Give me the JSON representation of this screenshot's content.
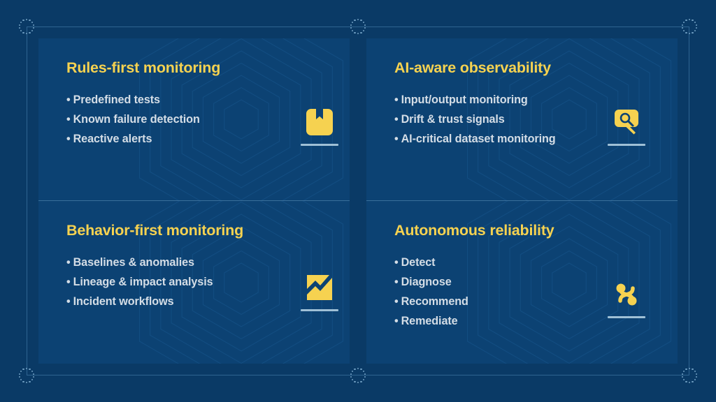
{
  "slide": {
    "background_color": "#0a3a66",
    "card_color": "#0c4273",
    "accent_color": "#f6d250",
    "body_text_color": "#d4dde6",
    "divider_color": "#3a6f9b",
    "bullet_char": "•"
  },
  "quadrants": [
    {
      "id": "rules-first-monitoring",
      "title": "Rules-first monitoring",
      "icon": "bookmark-book-icon",
      "bullets": [
        "Predefined tests",
        "Known failure detection",
        "Reactive alerts"
      ]
    },
    {
      "id": "ai-aware-observability",
      "title": "AI-aware observability",
      "icon": "search-bubble-icon",
      "bullets": [
        "Input/output monitoring",
        "Drift & trust signals",
        "AI-critical dataset monitoring"
      ]
    },
    {
      "id": "behavior-first-monitoring",
      "title": "Behavior-first monitoring",
      "icon": "trend-chart-icon",
      "bullets": [
        "Baselines & anomalies",
        "Lineage & impact analysis",
        "Incident workflows"
      ]
    },
    {
      "id": "autonomous-reliability",
      "title": "Autonomous reliability",
      "icon": "molecule-node-icon",
      "bullets": [
        "Detect",
        "Diagnose",
        "Recommend",
        "Remediate"
      ]
    }
  ]
}
